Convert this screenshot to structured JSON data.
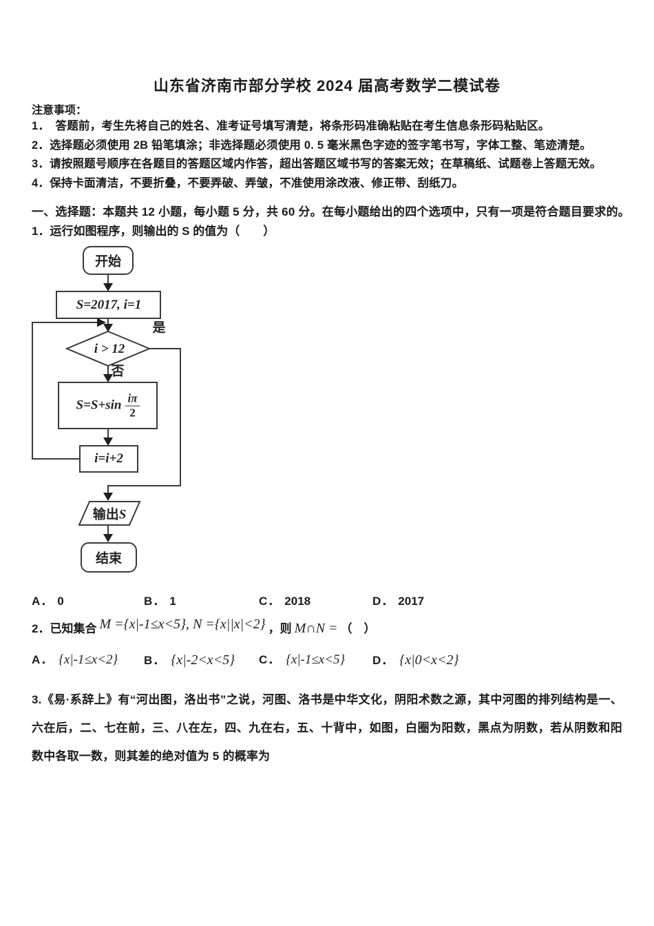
{
  "title": "山东省济南市部分学校 2024 届高考数学二模试卷",
  "notice": {
    "heading": "注意事项：",
    "items": [
      "1．　答题前，考生先将自己的姓名、准考证号填写清楚，将条形码准确粘贴在考生信息条形码粘贴区。",
      "2．选择题必须使用 2B 铅笔填涂；非选择题必须使用 0. 5 毫米黑色字迹的签字笔书写，字体工整、笔迹清楚。",
      "3．请按照题号顺序在各题目的答题区域内作答，超出答题区域书写的答案无效；在草稿纸、试题卷上答题无效。",
      "4．保持卡面清洁，不要折叠，不要弄破、弄皱，不准使用涂改液、修正带、刮纸刀。"
    ]
  },
  "section1": {
    "heading": "一、选择题：本题共 12 小题，每小题 5 分，共 60 分。在每小题给出的四个选项中，只有一项是符合题目要求的。"
  },
  "q1": {
    "stem": "1．运行如图程序，则输出的 S 的值为（　　）",
    "flowchart": {
      "start": "开始",
      "init": "S=2017, i=1",
      "condition": "i > 12",
      "yes": "是",
      "no": "否",
      "compute_prefix": "S=S+sin",
      "frac_numerator": "iπ",
      "frac_denominator": "2",
      "increment": "i=i+2",
      "output_text": "输出",
      "output_var": "S",
      "end": "结束"
    },
    "options": [
      {
        "label": "A．",
        "text": "0"
      },
      {
        "label": "B．",
        "text": "1"
      },
      {
        "label": "C．",
        "text": "2018"
      },
      {
        "label": "D．",
        "text": "2017"
      }
    ]
  },
  "q2": {
    "number": "2．",
    "lead": "已知集合",
    "formula": "M ={x|-1≤x<5}, N ={x||x|<2}",
    "mid": "，则",
    "conclusion": "M∩N =",
    "tail": "（　）",
    "options": [
      {
        "label": "A．",
        "text": "{x|-1≤x<2}"
      },
      {
        "label": "B．",
        "text": "{x|-2<x<5}"
      },
      {
        "label": "C．",
        "text": "{x|-1≤x<5}"
      },
      {
        "label": "D．",
        "text": "{x|0<x<2}"
      }
    ]
  },
  "q3": {
    "text": "3.《易·系辞上》有“河出图，洛出书”之说，河图、洛书是中华文化，阴阳术数之源，其中河图的排列结构是一、六在后，二、七在前，三、八在左，四、九在右，五、十背中，如图，白圈为阳数，黑点为阴数，若从阴数和阳数中各取一数，则其差的绝对值为 5 的概率为"
  }
}
